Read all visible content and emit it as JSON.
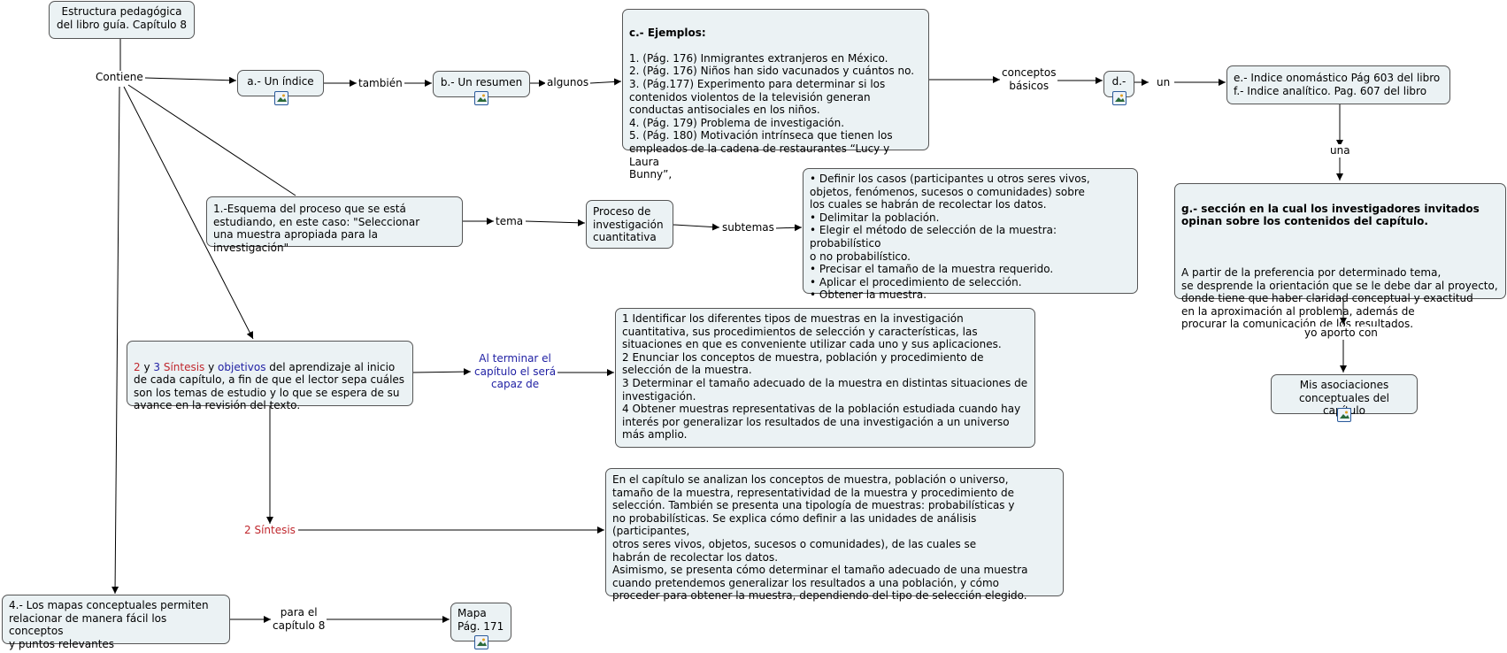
{
  "nodes": {
    "root": "Estructura pedagógica\ndel libro guía. Capítulo 8",
    "indice": "a.- Un índice",
    "resumen": "b.- Un resumen",
    "ejemplos": {
      "title": "c.- Ejemplos:",
      "body": "1. (Pág. 176) Inmigrantes extranjeros en México.\n2. (Pág. 176) Niños han sido vacunados y cuántos no.\n3. (Pág.177) Experimento para determinar si los\ncontenidos violentos de la televisión generan\nconductas antisociales en los niños.\n4. (Pág. 179) Problema de investigación.\n5. (Pág. 180) Motivación intrínseca que tienen los\nempleados de la cadena de restaurantes “Lucy y Laura\nBunny”,"
    },
    "d": "d.-",
    "indices": "e.- Indice onomástico Pág 603 del libro\nf.- Indice analítico. Pag. 607 del libro",
    "esquema": "1.-Esquema del proceso que se está\nestudiando, en este caso: \"Seleccionar\nuna muestra apropiada para la investigación\"",
    "proceso": "Proceso de\ninvestigación\ncuantitativa",
    "subtemas_list": "• Definir los casos (participantes u otros seres vivos,\nobjetos, fenómenos, sucesos o comunidades) sobre\nlos cuales se habrán de recolectar los datos.\n• Delimitar la población.\n• Elegir el método de selección de la muestra: probabilístico\no no probabilístico.\n• Precisar el tamaño de la muestra requerido.\n• Aplicar el procedimiento de selección.\n• Obtener la muestra.",
    "seccion": {
      "title": "g.- sección en la cual los investigadores invitados\nopinan sobre los contenidos del capítulo.",
      "body": "A partir de la preferencia por determinado tema,\nse desprende la orientación que se le debe dar al proyecto,\ndonde tiene que haber claridad conceptual y exactitud\nen la aproximación al problema, además de\nprocurar la comunicación de los resultados."
    },
    "asociaciones": "Mis asociaciones\nconceptuales del capítulo",
    "sintesis_obj": {
      "n2": "2",
      "y1": " y ",
      "n3": "3",
      "sintesis": "  Síntesis",
      "y2": " y ",
      "objetivos": "objetivos",
      "rest": " del aprendizaje al inicio\nde cada capítulo, a fin de que el lector sepa cuáles\nson los temas de estudio y lo que se espera de su\navance en la revisión del texto."
    },
    "objetivos_list": "1 Identificar los diferentes tipos de muestras en la investigación\ncuantitativa, sus procedimientos de selección y características, las\nsituaciones en que es conveniente utilizar cada uno y sus aplicaciones.\n2 Enunciar los conceptos de muestra, población y procedimiento de\nselección de la muestra.\n3 Determinar el tamaño adecuado de la muestra en distintas situaciones de\ninvestigación.\n4 Obtener muestras representativas de la población estudiada cuando hay\ninterés por generalizar los resultados de una investigación a un universo\nmás amplio.",
    "sintesis_text": "En el capítulo se analizan los conceptos de muestra, población o universo,\ntamaño de la muestra, representatividad de la muestra y procedimiento de\nselección. También se presenta una tipología de muestras: probabilísticas y\nno probabilísticas. Se explica cómo definir a las unidades de análisis (participantes,\notros seres vivos, objetos, sucesos o comunidades), de las cuales se\nhabrán de recolectar los datos.\nAsimismo, se presenta cómo determinar el tamaño adecuado de una muestra\ncuando pretendemos generalizar los resultados a una población, y cómo\nproceder para obtener la muestra, dependiendo del tipo de selección elegido.",
    "mapas": "4.- Los mapas conceptuales permiten\nrelacionar de manera fácil los conceptos\ny puntos relevantes",
    "mapa": "Mapa\nPág. 171"
  },
  "labels": {
    "contiene": "Contiene",
    "tambien": "también",
    "algunos": "algunos",
    "conceptos_basicos": "conceptos\nbásicos",
    "un": "un",
    "una": "una",
    "tema": "tema",
    "subtemas": "subtemas",
    "al_terminar": "Al terminar el\ncapítulo el será\ncapaz de",
    "dos_sintesis": "2 Síntesis",
    "yo_aporto": "yo aporto con",
    "para_el": "para el\ncapítulo 8"
  },
  "icons": {
    "attachment": "image-attachment-icon"
  },
  "colors": {
    "node_fill": "#ebf2f4",
    "node_border": "#555555",
    "red_text": "#c0272d",
    "blue_text": "#1f1fa3"
  }
}
